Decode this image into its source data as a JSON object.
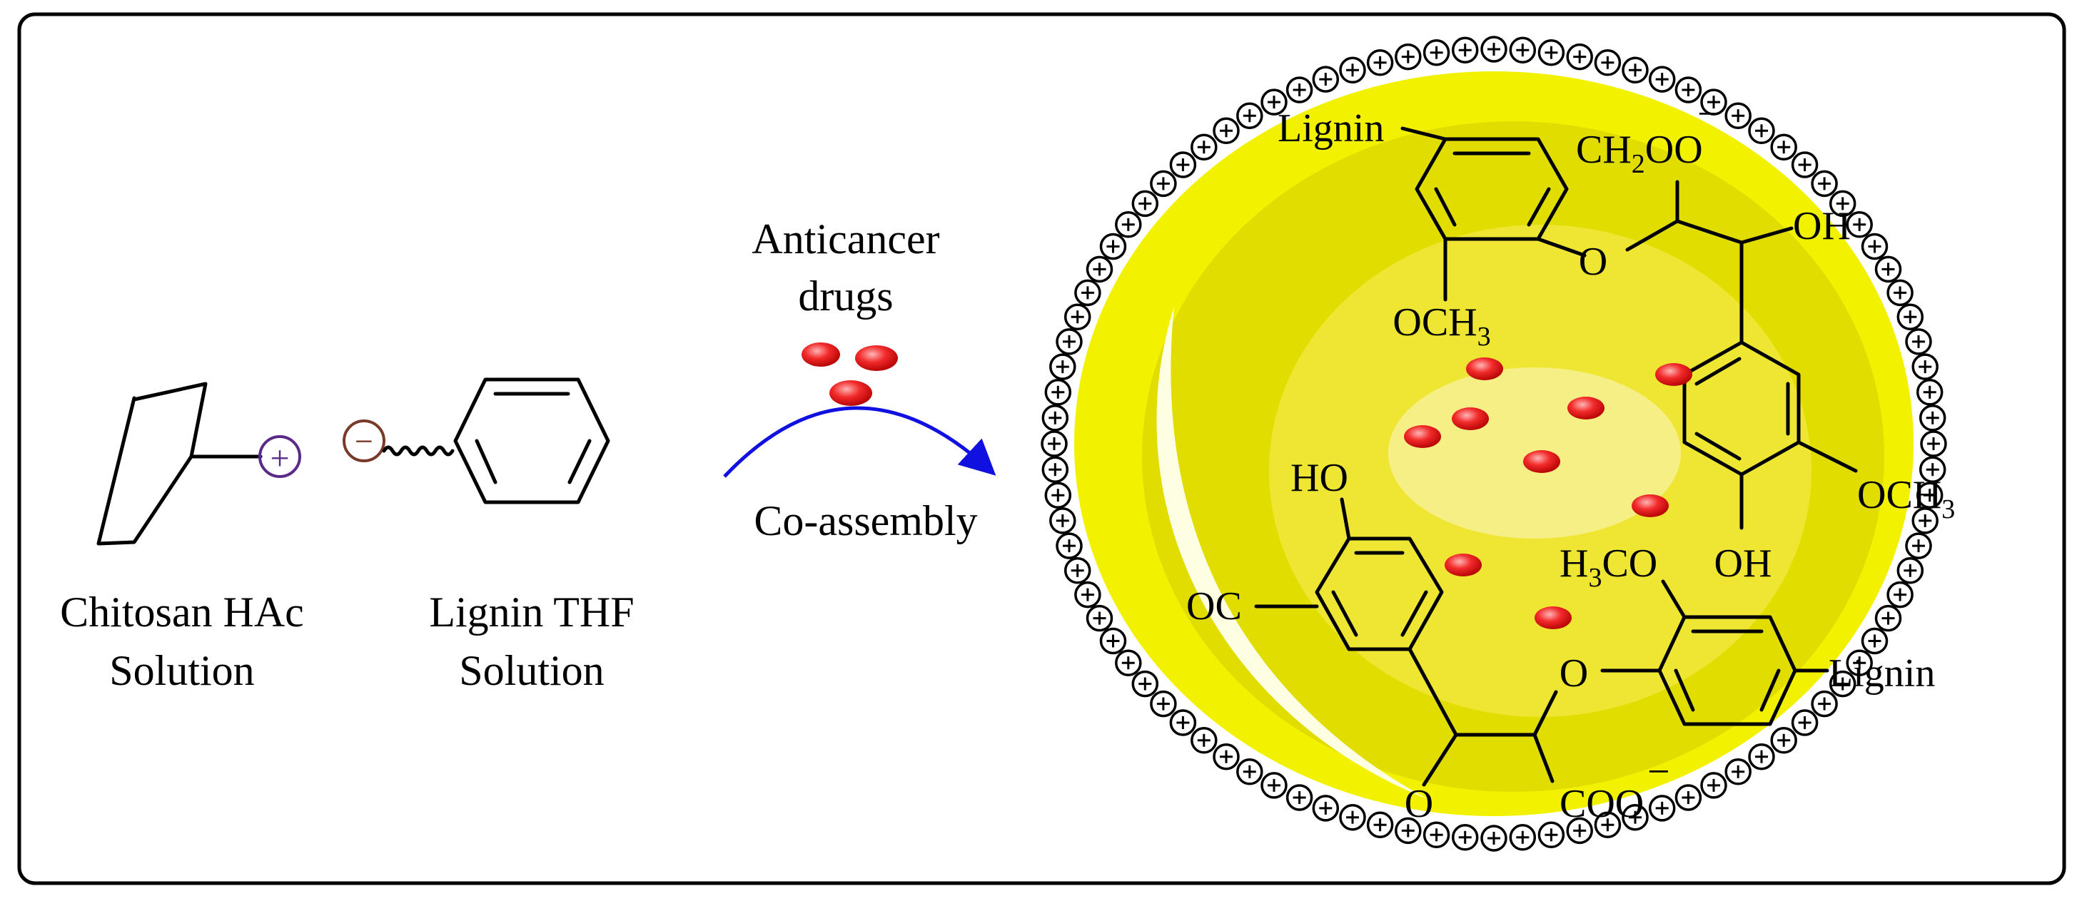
{
  "labels": {
    "chitosan_line1": "Chitosan HAc",
    "chitosan_line2": "Solution",
    "lignin_line1": "Lignin THF",
    "lignin_line2": "Solution",
    "drugs_line1": "Anticancer",
    "drugs_line2": "drugs",
    "process": "Co-assembly"
  },
  "charges": {
    "positive": "+",
    "negative": "−"
  },
  "chemistry": {
    "lignin_top": "Lignin",
    "lignin_right": "Lignin",
    "ch2oo": "CH",
    "ch2oo_sub": "2",
    "ch2oo_tail": "OO",
    "oh_top": "OH",
    "o_top": "O",
    "och3_top": "OCH",
    "och3_top_sub": "3",
    "och3_right": "OCH",
    "och3_right_sub": "3",
    "oh_right": "OH",
    "ho_left": "HO",
    "oc_left": "OC",
    "h3co": "H",
    "h3co_sub": "3",
    "h3co_tail": "CO",
    "o_mid": "O",
    "o_bottom": "O",
    "coo": "COO",
    "anion_mark": "−"
  },
  "colors": {
    "chitosan_charge": "#5a2a8a",
    "lignin_charge": "#7a3a2a",
    "arrow": "#1010e0",
    "drug": "#e81818",
    "micelle_outer": "#f2f200",
    "micelle_mid": "#e2dd00",
    "micelle_inner": "#efe633",
    "micelle_core": "#f5ef85"
  }
}
